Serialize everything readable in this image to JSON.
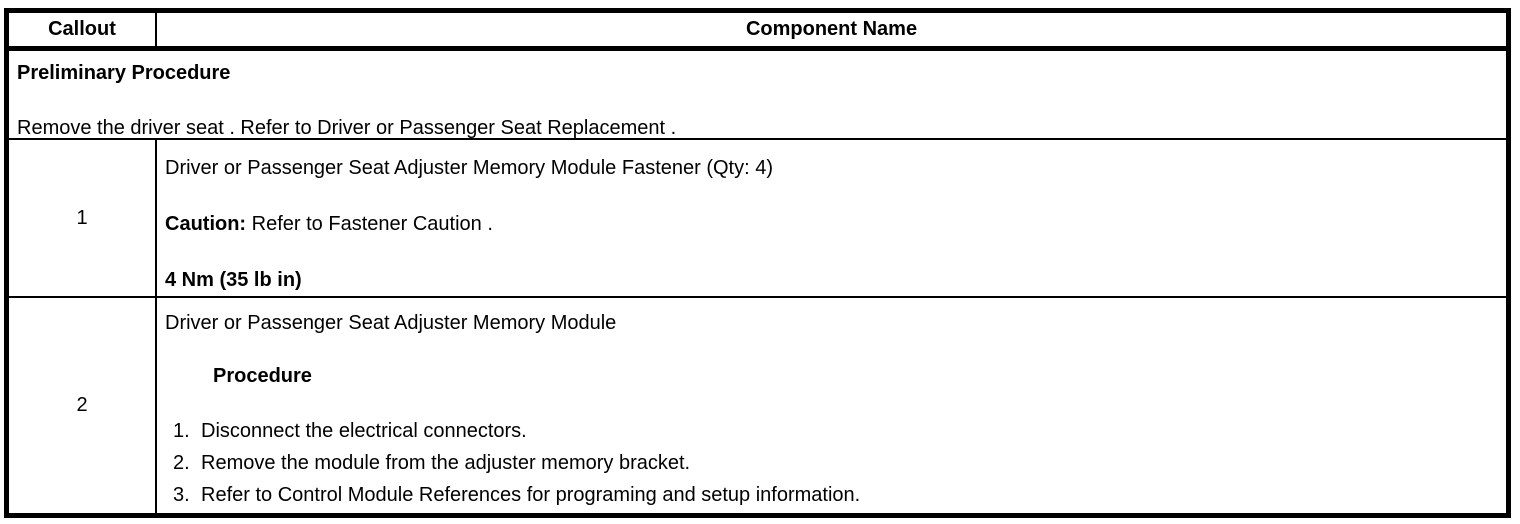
{
  "colors": {
    "border": "#000000",
    "text": "#000000",
    "background": "#ffffff"
  },
  "header": {
    "callout": "Callout",
    "component": "Component Name"
  },
  "preliminary": {
    "title": "Preliminary Procedure",
    "body": "Remove the driver seat . Refer to Driver or Passenger Seat Replacement ."
  },
  "rows": [
    {
      "callout": "1",
      "component": "Driver or Passenger Seat Adjuster Memory Module Fastener (Qty: 4)",
      "caution_label": "Caution:",
      "caution_text": " Refer to Fastener Caution .",
      "torque": "4 Nm (35 lb in)"
    },
    {
      "callout": "2",
      "component": "Driver or Passenger Seat Adjuster Memory Module",
      "procedure_label": "Procedure",
      "steps": [
        {
          "num": "1.",
          "text": "Disconnect the electrical connectors."
        },
        {
          "num": "2.",
          "text": "Remove the module from the adjuster memory bracket."
        },
        {
          "num": "3.",
          "text": "Refer to Control Module References for programing and setup information."
        }
      ]
    }
  ]
}
